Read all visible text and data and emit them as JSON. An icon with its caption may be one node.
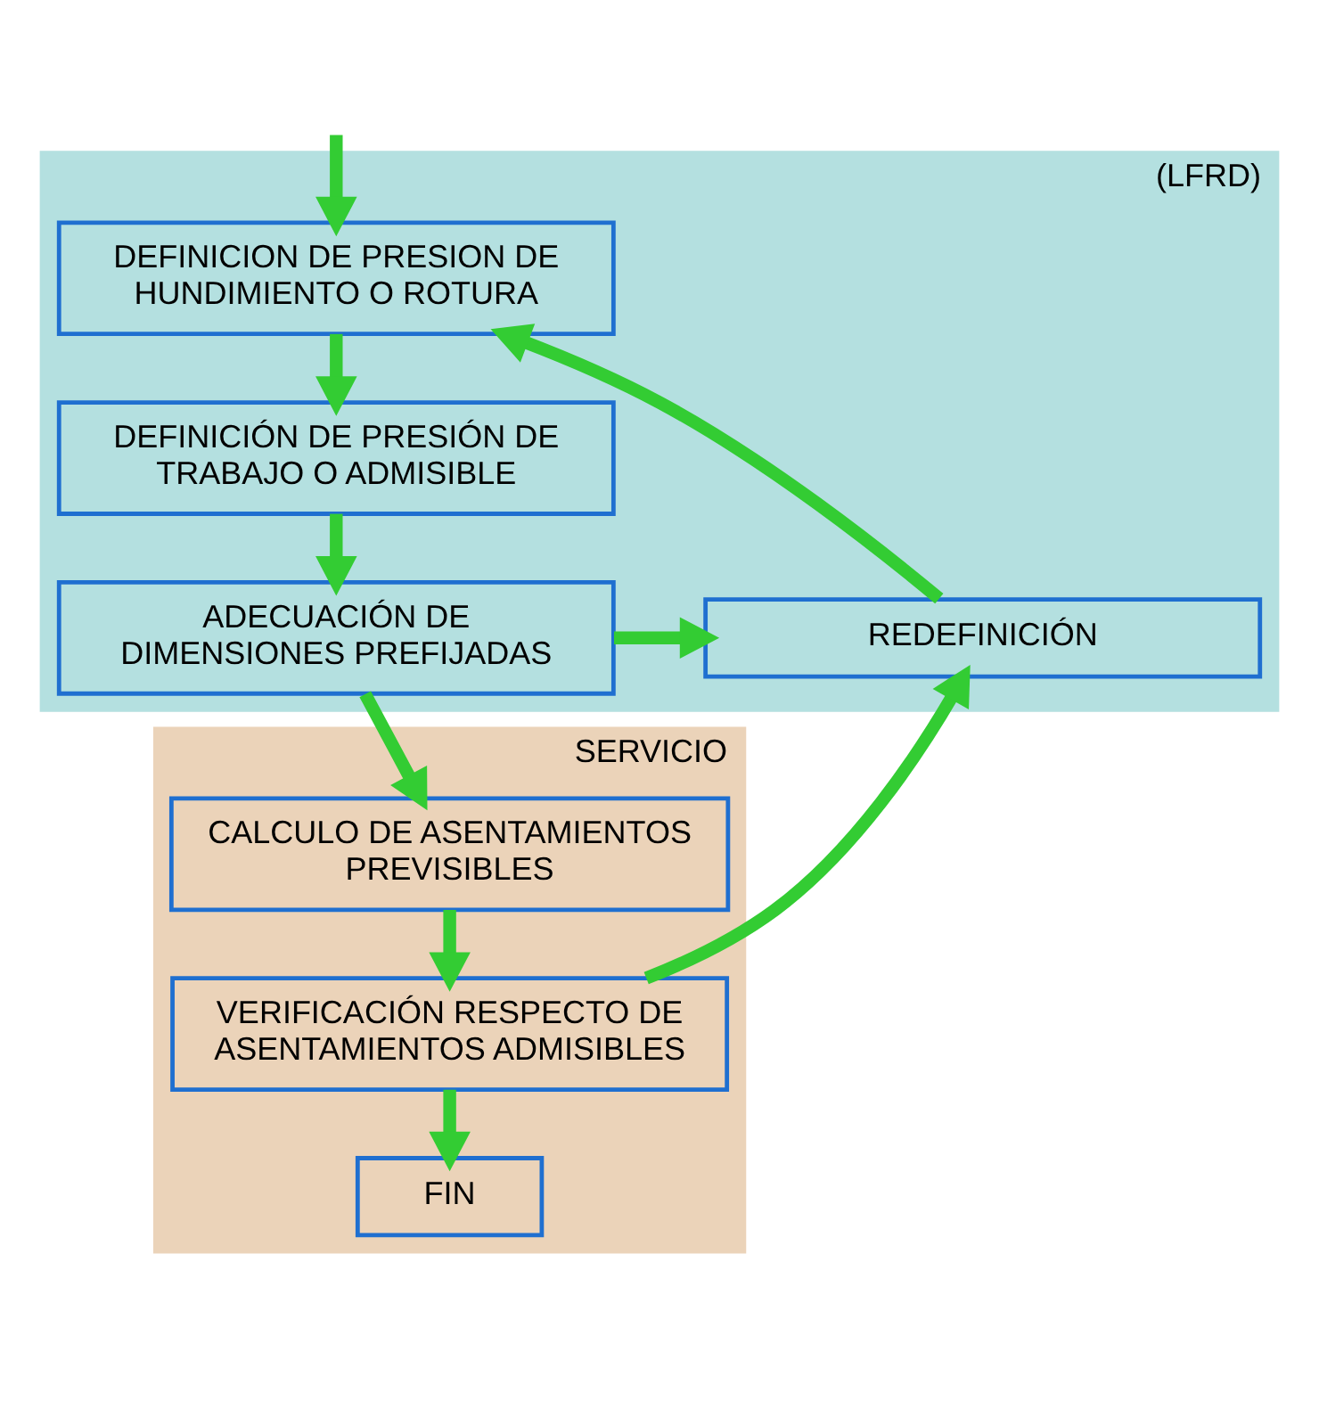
{
  "diagram": {
    "nodes": [
      {
        "text": [
          "(LFRD)"
        ]
      },
      {
        "text": [
          "DEFINICION DE PRESION DE HUNDIMIENTO O ROTURA"
        ],
        "in": 0
      },
      {
        "text": [
          "DEFINICIÓN DE PRESIÓN DE TRABAJO O ADMISIBLE"
        ],
        "in": 0
      },
      {
        "text": [
          "ADECUACIÓN DE DIMENSIONES PREFIJADAS"
        ],
        "in": 0
      },
      {
        "text": [
          "REDEFINICIÓN"
        ],
        "in": 0
      },
      {
        "text": [
          "SERVICIO"
        ]
      },
      {
        "text": [
          "CALCULO DE ASENTAMIENTOS PREVISIBLES"
        ],
        "in": 5
      },
      {
        "text": [
          "VERIFICACIÓN RESPECTO DE ASENTAMIENTOS ADMISIBLES"
        ],
        "in": 5
      },
      {
        "text": [
          "FIN"
        ],
        "in": 5
      }
    ],
    "edges": [
      {
        "from": null,
        "to": 1,
        "arrow": "to"
      },
      {
        "from": 1,
        "to": 2,
        "arrow": "to"
      },
      {
        "from": 2,
        "to": 3,
        "arrow": "to"
      },
      {
        "from": 3,
        "to": 4,
        "arrow": "to"
      },
      {
        "from": 4,
        "to": 1,
        "arrow": "to"
      },
      {
        "from": 3,
        "to": 6,
        "arrow": "to"
      },
      {
        "from": 6,
        "to": 7,
        "arrow": "to"
      },
      {
        "from": 7,
        "to": 4,
        "arrow": "to"
      },
      {
        "from": 7,
        "to": 8,
        "arrow": "to"
      }
    ]
  }
}
